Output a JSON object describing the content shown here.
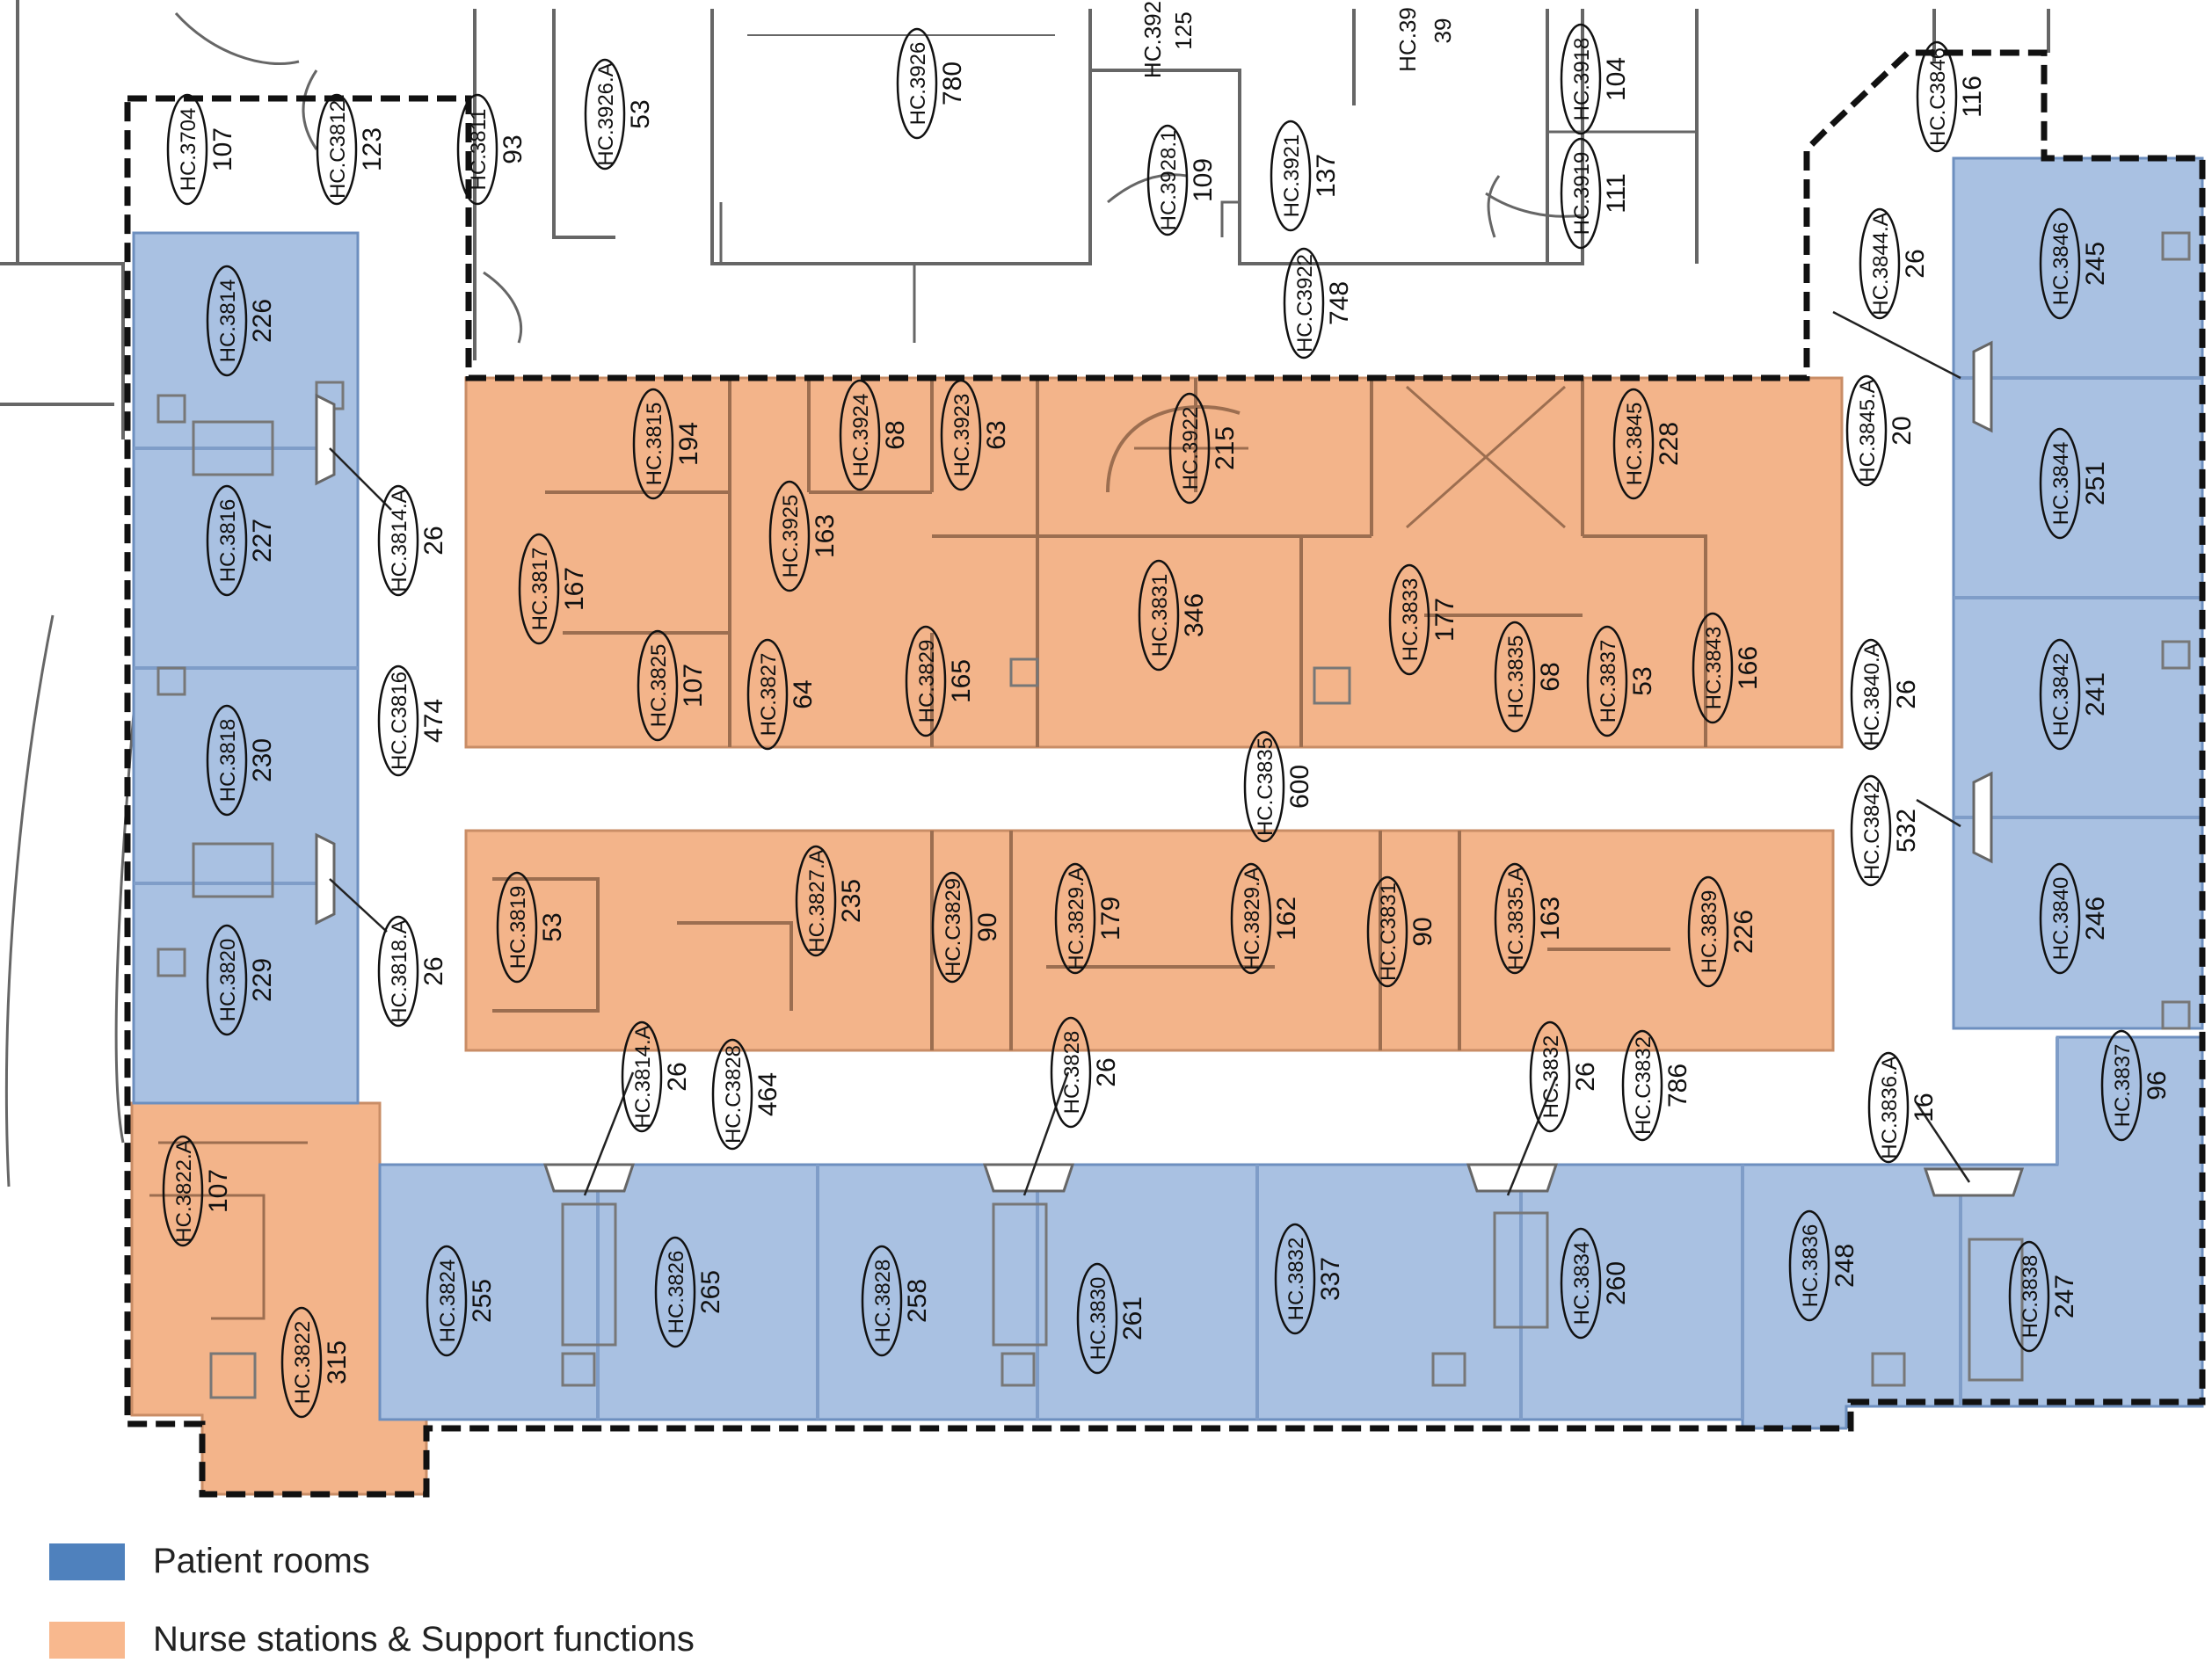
{
  "colors": {
    "patient": "#4a7dc0",
    "patient_fill": "#a9c1e2",
    "support": "#f0a878",
    "support_fill": "#f3b48a",
    "wall": "#555555",
    "boundary": "#111111"
  },
  "legend": [
    {
      "label": "Patient rooms",
      "color": "#4f81bd"
    },
    {
      "label": "Nurse stations & Support functions",
      "color": "#f8b88e"
    }
  ],
  "rooms": [
    {
      "id": "HC.3704",
      "area": "107"
    },
    {
      "id": "HC.C3812",
      "area": "123"
    },
    {
      "id": "HC.3811",
      "area": "93"
    },
    {
      "id": "HC.3926.A",
      "area": "53"
    },
    {
      "id": "HC.3926",
      "area": "780"
    },
    {
      "id": "HC.3928.1",
      "area": "109"
    },
    {
      "id": "HC.3921",
      "area": "137"
    },
    {
      "id": "HC.C3922",
      "area": "748"
    },
    {
      "id": "HC.3918",
      "area": "104"
    },
    {
      "id": "HC.3919",
      "area": "111"
    },
    {
      "id": "HC.C3846",
      "area": "116"
    },
    {
      "id": "HC.3814",
      "area": "226"
    },
    {
      "id": "HC.3816",
      "area": "227"
    },
    {
      "id": "HC.3814.A",
      "area": "26"
    },
    {
      "id": "HC.3818",
      "area": "230"
    },
    {
      "id": "HC.C3816",
      "area": "474"
    },
    {
      "id": "HC.3820",
      "area": "229"
    },
    {
      "id": "HC.3818.A",
      "area": "26"
    },
    {
      "id": "HC.3815",
      "area": "194"
    },
    {
      "id": "HC.3817",
      "area": "167"
    },
    {
      "id": "HC.3825",
      "area": "107"
    },
    {
      "id": "HC.3924",
      "area": "68"
    },
    {
      "id": "HC.3923",
      "area": "63"
    },
    {
      "id": "HC.3925",
      "area": "163"
    },
    {
      "id": "HC.3827",
      "area": "64"
    },
    {
      "id": "HC.3829",
      "area": "165"
    },
    {
      "id": "HC.3922",
      "area": "215"
    },
    {
      "id": "HC.3831",
      "area": "346"
    },
    {
      "id": "HC.3833",
      "area": "177"
    },
    {
      "id": "HC.3835",
      "area": "68"
    },
    {
      "id": "HC.3837",
      "area": "53"
    },
    {
      "id": "HC.3845",
      "area": "228"
    },
    {
      "id": "HC.3843",
      "area": "166"
    },
    {
      "id": "HC.C3835",
      "area": "600"
    },
    {
      "id": "HC.3819",
      "area": "53"
    },
    {
      "id": "HC.3827.A",
      "area": "235"
    },
    {
      "id": "HC.C3829",
      "area": "90"
    },
    {
      "id": "HC.3829.A",
      "area": "179"
    },
    {
      "id": "HC.3829.A",
      "area": "162"
    },
    {
      "id": "HC.C3831",
      "area": "90"
    },
    {
      "id": "HC.3835.A",
      "area": "163"
    },
    {
      "id": "HC.3839",
      "area": "226"
    },
    {
      "id": "HC.3844.A",
      "area": "26"
    },
    {
      "id": "HC.3846",
      "area": "245"
    },
    {
      "id": "HC.3845.A",
      "area": "20"
    },
    {
      "id": "HC.3844",
      "area": "251"
    },
    {
      "id": "HC.3840.A",
      "area": "26"
    },
    {
      "id": "HC.3842",
      "area": "241"
    },
    {
      "id": "HC.C3842",
      "area": "532"
    },
    {
      "id": "HC.3840",
      "area": "246"
    },
    {
      "id": "HC.3814.A",
      "area": "26"
    },
    {
      "id": "HC.C3828",
      "area": "464"
    },
    {
      "id": "HC.3828",
      "area": "26"
    },
    {
      "id": "HC.3832",
      "area": "26"
    },
    {
      "id": "HC.C3832",
      "area": "786"
    },
    {
      "id": "HC.3836.A",
      "area": "16"
    },
    {
      "id": "HC.3837",
      "area": "96"
    },
    {
      "id": "HC.3822.A",
      "area": "107"
    },
    {
      "id": "HC.3822",
      "area": "315"
    },
    {
      "id": "HC.3824",
      "area": "255"
    },
    {
      "id": "HC.3826",
      "area": "265"
    },
    {
      "id": "HC.3828",
      "area": "258"
    },
    {
      "id": "HC.3830",
      "area": "261"
    },
    {
      "id": "HC.3832",
      "area": "337"
    },
    {
      "id": "HC.3834",
      "area": "260"
    },
    {
      "id": "HC.3836",
      "area": "248"
    },
    {
      "id": "HC.3838",
      "area": "247"
    }
  ],
  "clipped_labels": [
    "HC.392",
    "125",
    "HC.39",
    "39"
  ]
}
